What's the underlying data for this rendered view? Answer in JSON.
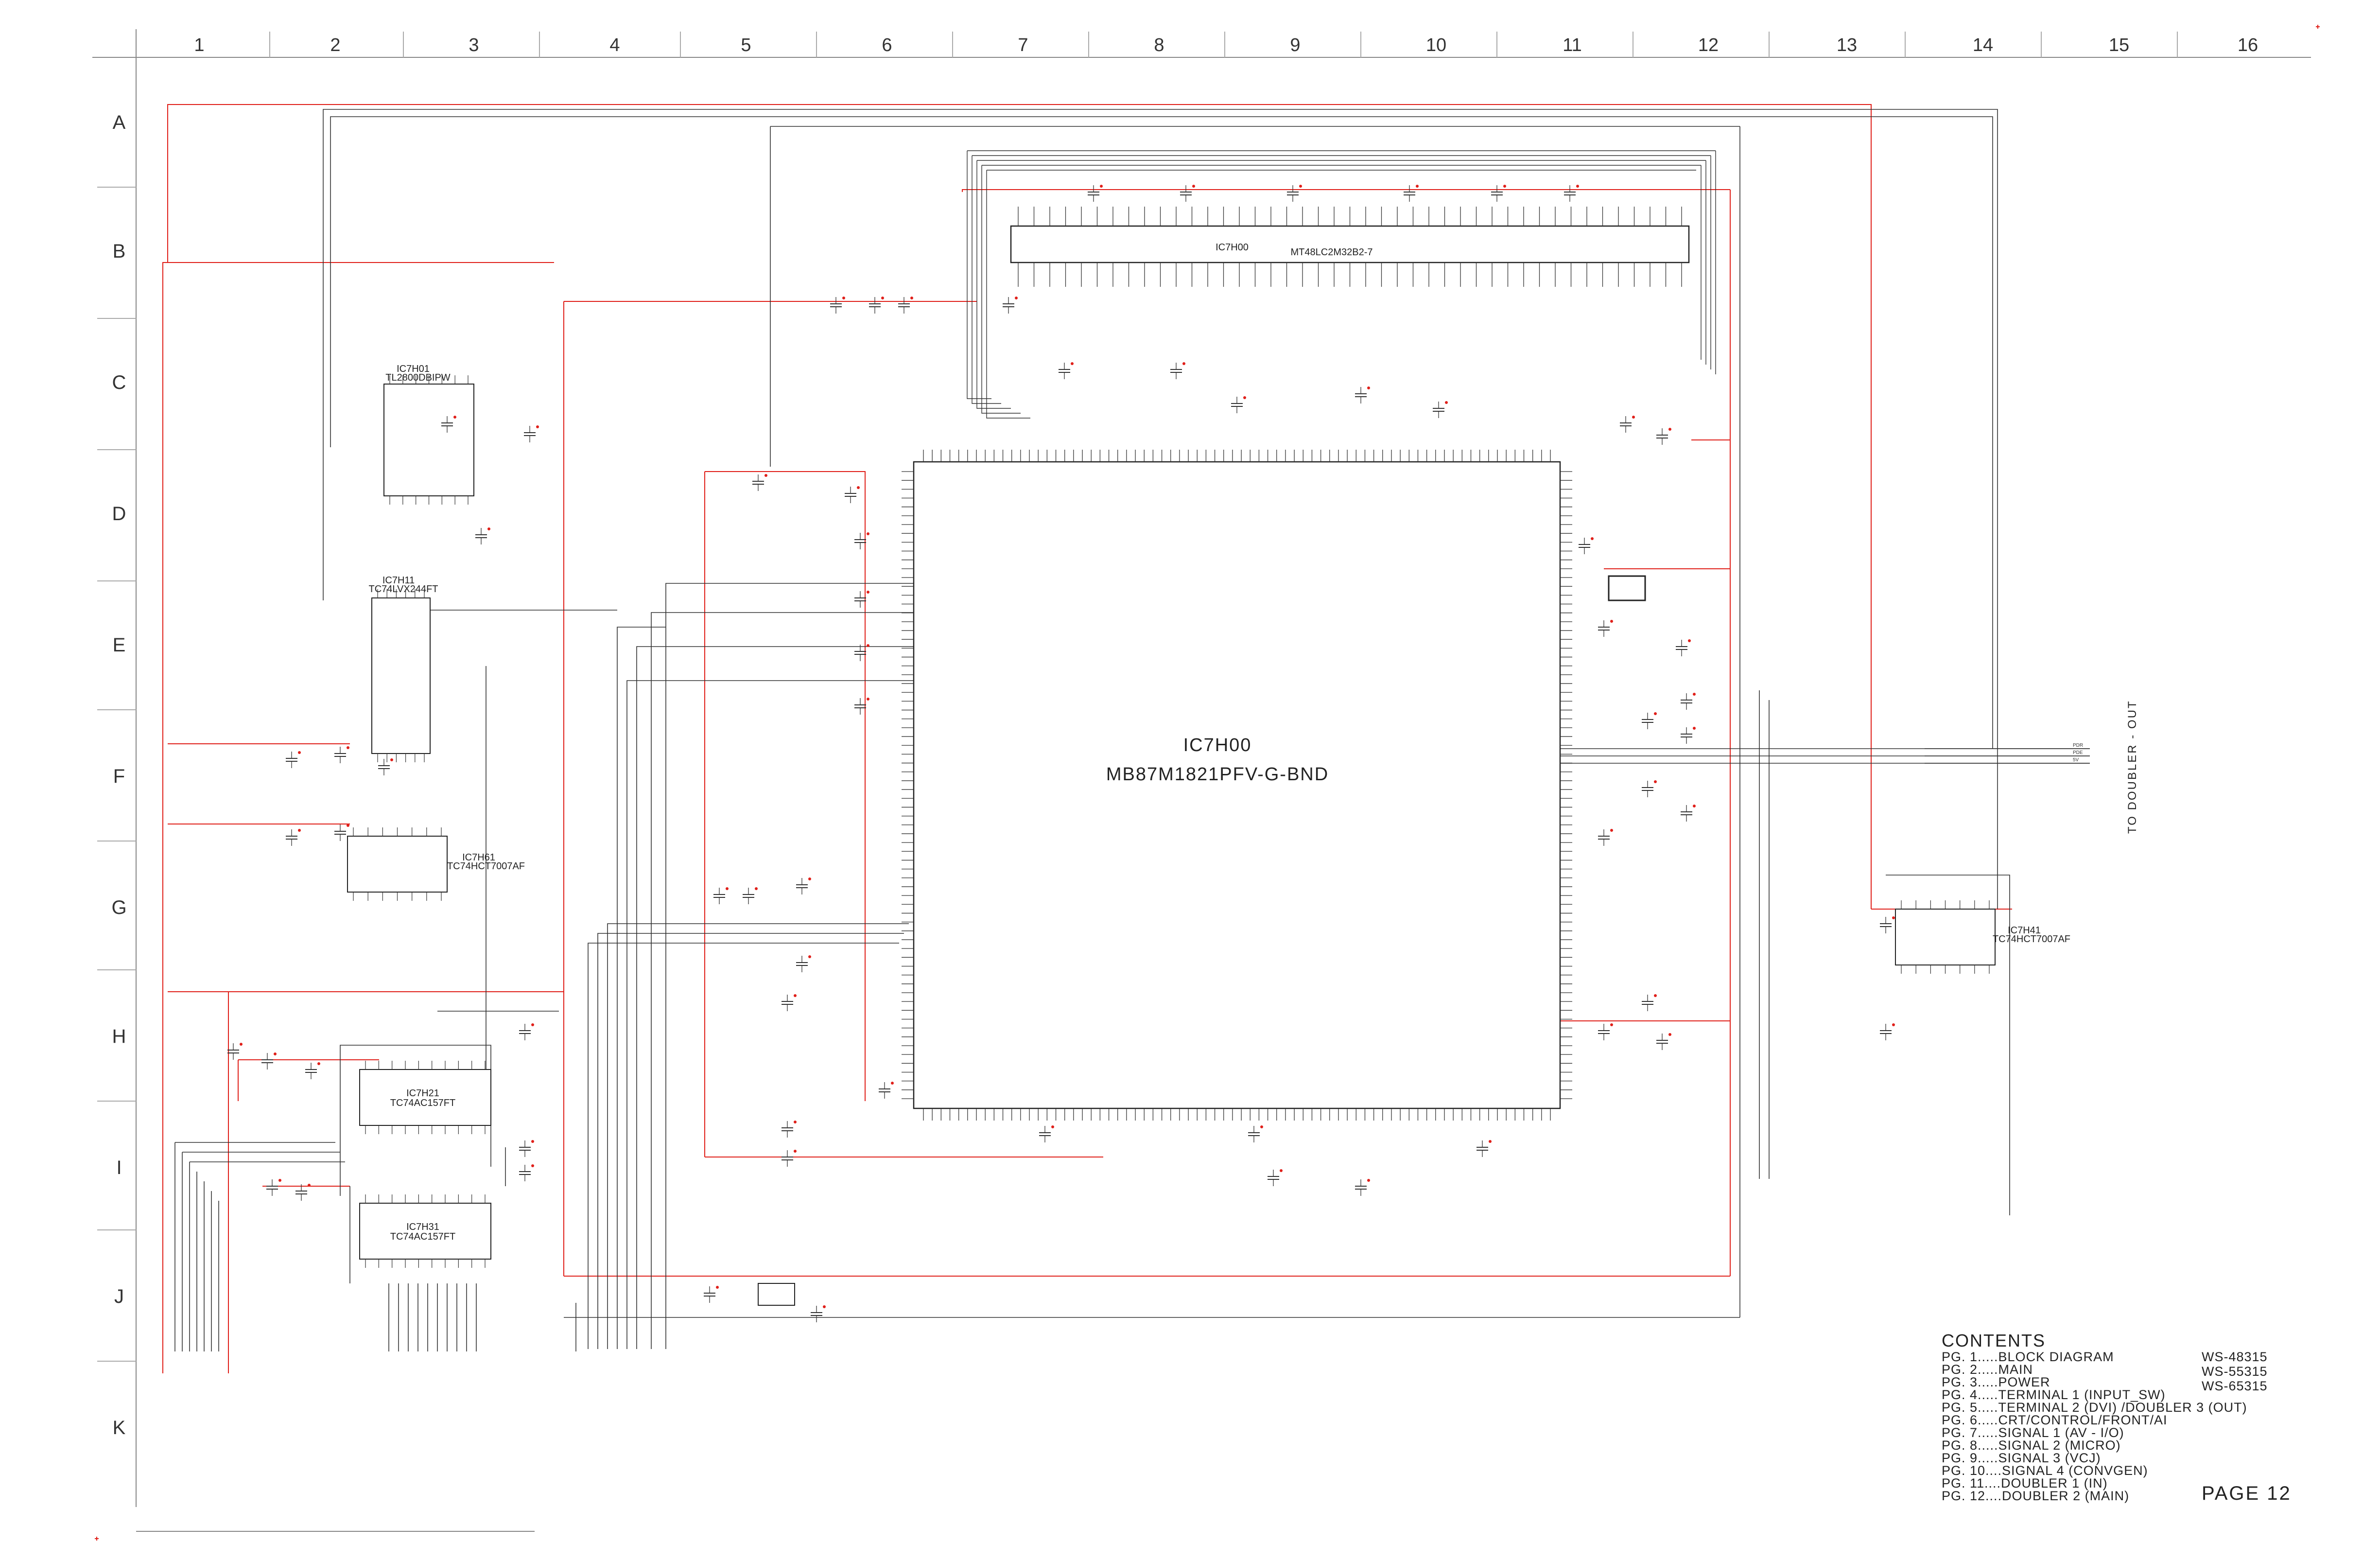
{
  "grid": {
    "columns": [
      "1",
      "2",
      "3",
      "4",
      "5",
      "6",
      "7",
      "8",
      "9",
      "10",
      "11",
      "12",
      "13",
      "14",
      "15",
      "16"
    ],
    "rows": [
      "A",
      "B",
      "C",
      "D",
      "E",
      "F",
      "G",
      "H",
      "I",
      "J",
      "K"
    ]
  },
  "main_chip": {
    "ref": "IC7H00",
    "part": "MB87M1821PFV-G-BND"
  },
  "memory_chip": {
    "ref": "IC7H00",
    "part": "MT48LC2M32B2-7"
  },
  "ics": [
    {
      "ref": "IC7H01",
      "part": "TL2800DBIPW"
    },
    {
      "ref": "IC7H11",
      "part": "TC74LVX244FT"
    },
    {
      "ref": "IC7H61",
      "part": "TC74HCT7007AF"
    },
    {
      "ref": "IC7H21",
      "part": "TC74AC157FT"
    },
    {
      "ref": "IC7H31",
      "part": "TC74AC157FT"
    },
    {
      "ref": "IC7H41",
      "part": "TC74HCT7007AF"
    }
  ],
  "side_note": "TO DOUBLER - OUT",
  "outputs": [
    "PDR",
    "PDE",
    "5V"
  ],
  "contents": {
    "heading": "CONTENTS",
    "items": [
      "PG. 1.....BLOCK DIAGRAM",
      "PG. 2.....MAIN",
      "PG. 3.....POWER",
      "PG. 4.....TERMINAL 1 (INPUT_SW)",
      "PG. 5.....TERMINAL 2 (DVI) /DOUBLER 3 (OUT)",
      "PG. 6.....CRT/CONTROL/FRONT/AI",
      "PG. 7.....SIGNAL 1 (AV - I/O)",
      "PG. 8.....SIGNAL 2 (MICRO)",
      "PG. 9.....SIGNAL 3 (VCJ)",
      "PG. 10....SIGNAL 4 (CONVGEN)",
      "PG. 11....DOUBLER 1 (IN)",
      "PG. 12....DOUBLER 2 (MAIN)"
    ],
    "models": [
      "WS-48315",
      "WS-55315",
      "WS-65315"
    ]
  },
  "page_label": "PAGE 12",
  "colors": {
    "wire": "#333333",
    "power": "#e0201a",
    "frame": "#888888"
  }
}
